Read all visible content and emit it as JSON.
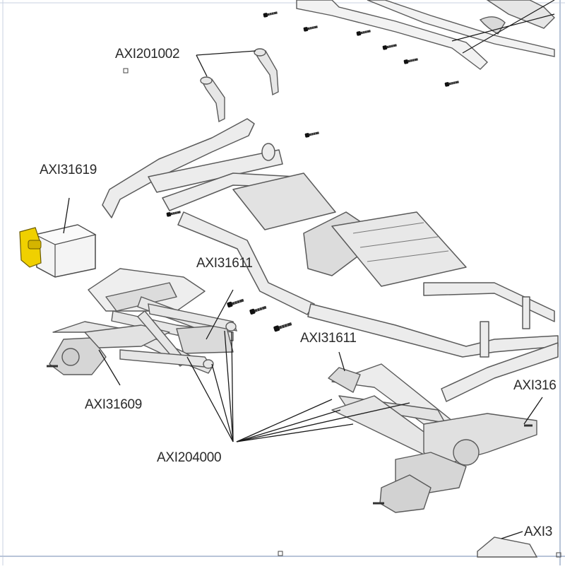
{
  "colors": {
    "part_fill": "#ececec",
    "part_stroke": "#5a5a5a",
    "leader": "#1a1a1a",
    "highlight": "#f0d000",
    "border": "#b8c4d8"
  },
  "labels": {
    "body_mount": "AXI201002",
    "servo": "AXI31619",
    "link_upper": "AXI31611",
    "link_rear": "AXI31611",
    "front_axle": "AXI31609",
    "links_group": "AXI204000",
    "rear_axle_cut": "AXI316",
    "bottom_cut": "AXI3"
  },
  "icons": {
    "screws": "screw-icon",
    "servo": "servo-icon"
  }
}
